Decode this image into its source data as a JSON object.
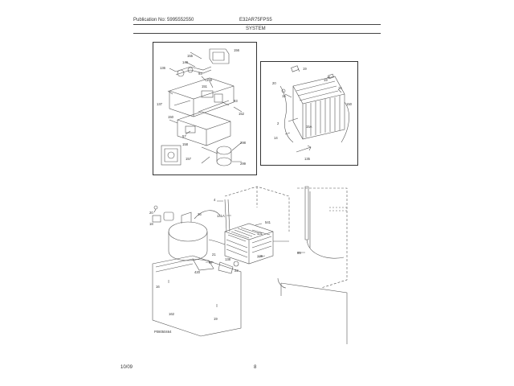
{
  "header": {
    "publication": "Publication No: 5995552550",
    "model": "E32AR75FPS5",
    "section": "SYSTEM"
  },
  "footer": {
    "date": "10/09",
    "page": "8"
  },
  "diagram_top_left": {
    "callouts": [
      "156",
      "155",
      "136",
      "149",
      "93",
      "158",
      "151",
      "137",
      "93",
      "152",
      "150",
      "57",
      "158",
      "157",
      "298",
      "299"
    ]
  },
  "diagram_top_right": {
    "callouts": [
      "19",
      "20",
      "19",
      "16",
      "15A",
      "2",
      "14",
      "135",
      "15",
      "150"
    ]
  },
  "diagram_bottom": {
    "callouts": [
      "4",
      "20",
      "18",
      "26",
      "141A",
      "541",
      "131",
      "136",
      "21",
      "97",
      "22",
      "138",
      "420",
      "85",
      "162",
      "19",
      "16"
    ],
    "code": "P08050464"
  }
}
